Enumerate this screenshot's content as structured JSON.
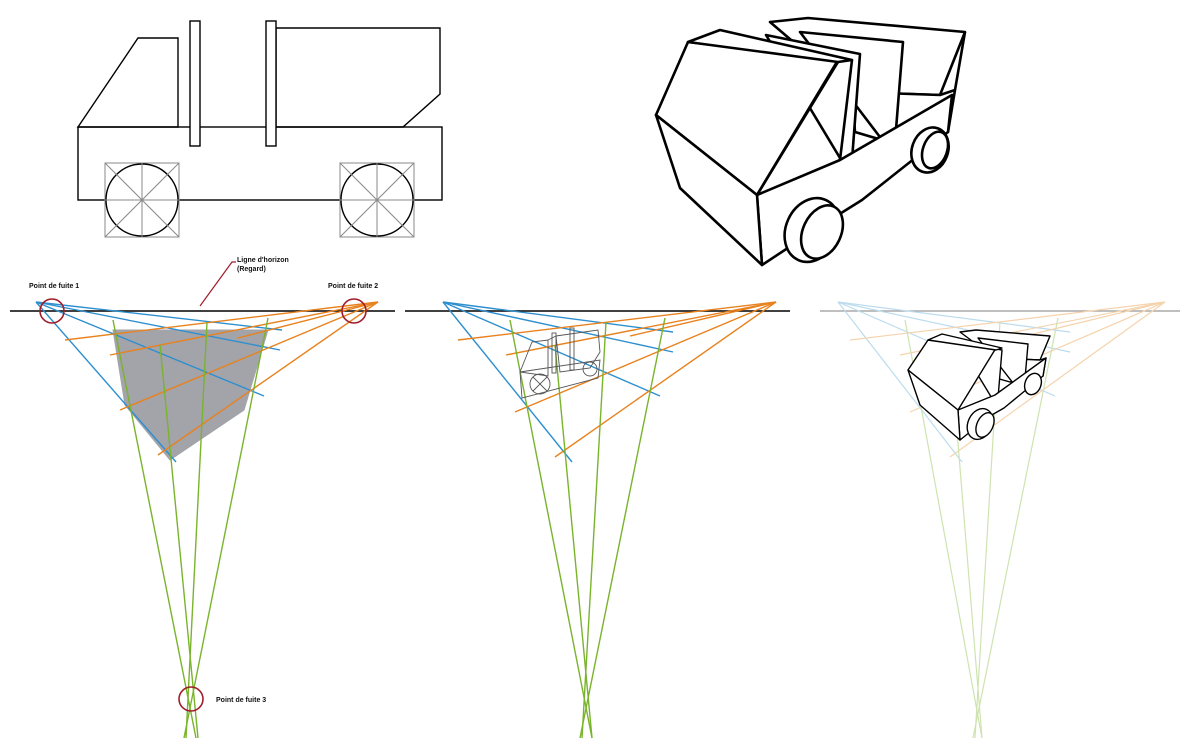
{
  "labels": {
    "vanishing_point_1": "Point de fuite 1",
    "vanishing_point_2": "Point de fuite 2",
    "vanishing_point_3": "Point de fuite 3",
    "horizon_line_title": "Ligne d'horizon",
    "horizon_line_subtitle": "(Regard)"
  },
  "colors": {
    "outline": "#000000",
    "construction_grey": "#8a8a8a",
    "vanishing_circle": "#a01d2a",
    "line_blue": "#2e8fcf",
    "line_orange": "#e8821e",
    "line_green": "#7ab32c",
    "plane_fill": "#a3a3aa",
    "line_blue_faded": "#bcdcee",
    "line_orange_faded": "#f5d3ad",
    "line_green_faded": "#cfe3b0"
  },
  "icons": [
    "circle-marker-icon"
  ]
}
